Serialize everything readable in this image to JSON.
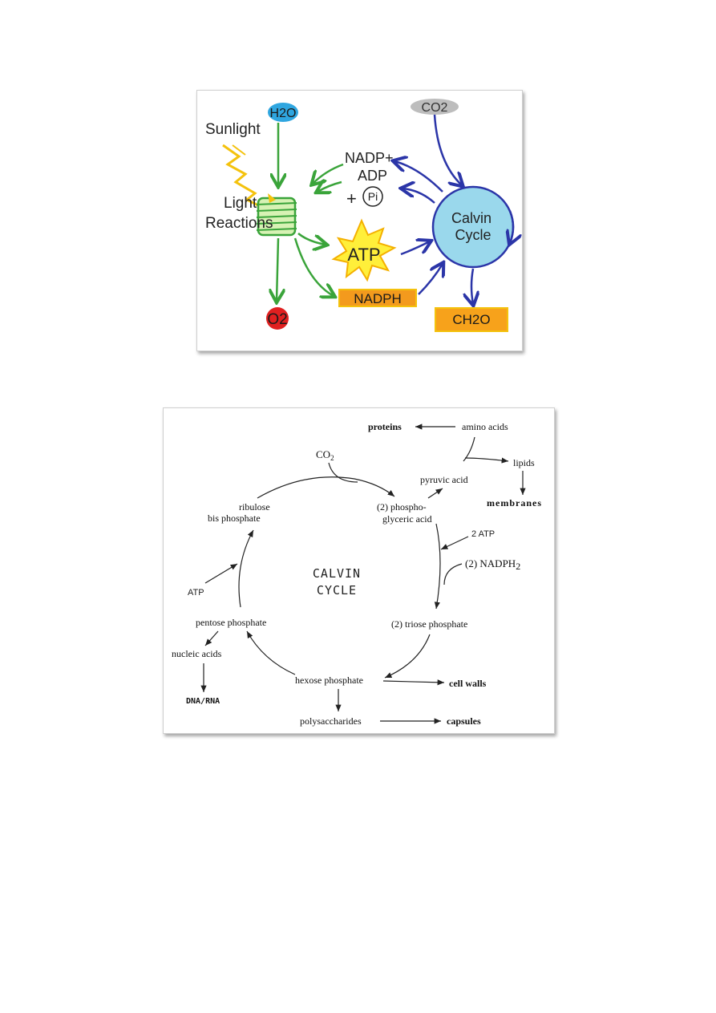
{
  "light_diagram": {
    "h2o": "H2O",
    "co2": "CO2",
    "sunlight": "Sunlight",
    "light_line1": "Light",
    "light_line2": "Reactions",
    "nadp": "NADP+",
    "adp": "ADP",
    "plus": "+",
    "pi": "Pi",
    "atp": "ATP",
    "nadph": "NADPH",
    "o2": "O2",
    "calvin_line1": "Calvin",
    "calvin_line2": "Cycle",
    "ch2o": "CH2O"
  },
  "calvin_diagram": {
    "proteins": "proteins",
    "amino_acids": "amino acids",
    "lipids": "lipids",
    "membranes": "membranes",
    "pyruvic_acid": "pyruvic acid",
    "co2_base": "CO",
    "co2_sub": "2",
    "pga_line1": "(2) phospho-",
    "pga_line2": "glyceric acid",
    "ribulose_line1": "ribulose",
    "ribulose_line2": "bis phosphate",
    "atp_top": "2 ATP",
    "nadph_base": "(2) NADPH",
    "nadph_sub": "2",
    "title_line1": "CALVIN",
    "title_line2": "CYCLE",
    "atp_left": "ATP",
    "pentose": "pentose phosphate",
    "triose": "(2) triose phosphate",
    "nucleic": "nucleic acids",
    "dna": "DNA/RNA",
    "hexose": "hexose phosphate",
    "cell_walls": "cell walls",
    "polysaccharides": "polysaccharides",
    "capsules": "capsules"
  }
}
